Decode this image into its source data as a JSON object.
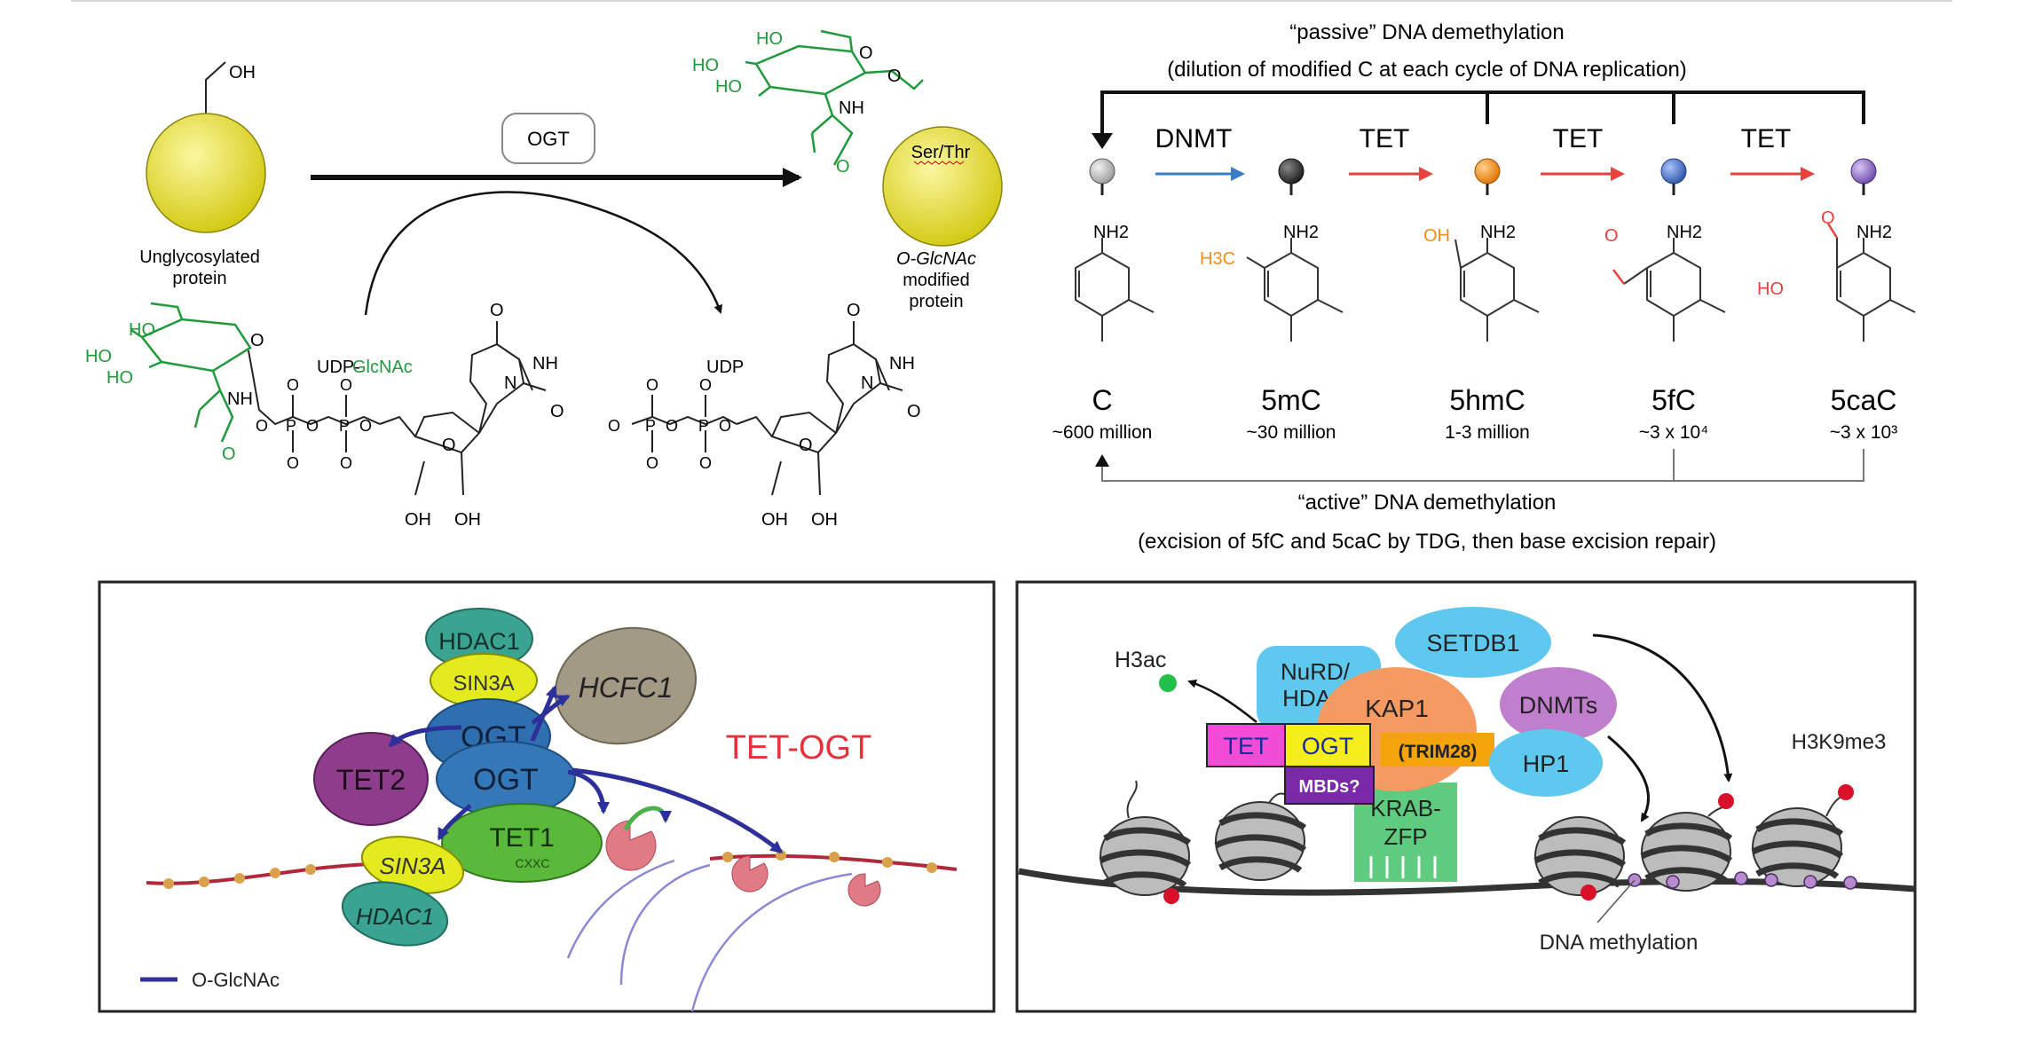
{
  "colors": {
    "glcnac_green": "#1e9a3a",
    "yellow_ball": "#e6e03a",
    "tet_arrow_red": "#e8413e",
    "dnmt_arrow_blue": "#3a7bc8",
    "c_gray": "#bfbfbf",
    "mc_black": "#3a3a3a",
    "hmc_orange": "#f28c1a",
    "fc_blue": "#3f6fc6",
    "cac_purple": "#8a6bc2",
    "tet_ogt_red": "#e8303a"
  },
  "glyco": {
    "oh_top": "OH",
    "ogt_label": "OGT",
    "unglycosylated_line1": "Unglycosylated",
    "unglycosylated_line2": "protein",
    "ser_thr": "Ser/Thr",
    "modified_line1": "O-GlcNAc",
    "modified_line2": "modified",
    "modified_line3": "protein",
    "udp_glcnac_prefix": "UDP-",
    "udp_glcnac_suffix": "GlcNAc",
    "udp": "UDP",
    "ho": "HO",
    "nh": "NH",
    "o": "O",
    "oh": "OH",
    "p": "P",
    "n": "N"
  },
  "demethylation": {
    "passive_title": "“passive” DNA demethylation",
    "passive_sub": "(dilution of modified C at each cycle of DNA replication)",
    "dnmt": "DNMT",
    "tet": "TET",
    "nh2": "NH2",
    "h3c": "H3C",
    "bases": [
      {
        "name": "C",
        "count": "~600 million"
      },
      {
        "name": "5mC",
        "count": "~30 million"
      },
      {
        "name": "5hmC",
        "count": "1-3 million"
      },
      {
        "name": "5fC",
        "count": "~3 x 10⁴"
      },
      {
        "name": "5caC",
        "count": "~3 x 10³"
      }
    ],
    "active_title": "“active” DNA demethylation",
    "active_sub": "(excision of 5fC and 5caC by TDG, then base excision repair)"
  },
  "tet_ogt_complex": {
    "hdac1_top": "HDAC1",
    "sin3a_top": "SIN3A",
    "hcfc1": "HCFC1",
    "ogt_back": "OGT",
    "ogt_front": "OGT",
    "tet2": "TET2",
    "tet1": "TET1",
    "cxxc": "CXXC",
    "sin3a_bottom": "SIN3A",
    "hdac1_bottom": "HDAC1",
    "title": "TET-OGT",
    "legend": "O-GlcNAc"
  },
  "chromatin": {
    "h3ac": "H3ac",
    "nurd_line1": "NuRD/",
    "nurd_line2": "HDAC",
    "setdb1": "SETDB1",
    "kap1": "KAP1",
    "trim28": "(TRIM28)",
    "dnmts": "DNMTs",
    "hp1": "HP1",
    "tet": "TET",
    "ogt": "OGT",
    "mbds": "MBDs?",
    "krab_line1": "KRAB-",
    "krab_line2": "ZFP",
    "h3k9me3": "H3K9me3",
    "dna_methylation": "DNA methylation"
  }
}
